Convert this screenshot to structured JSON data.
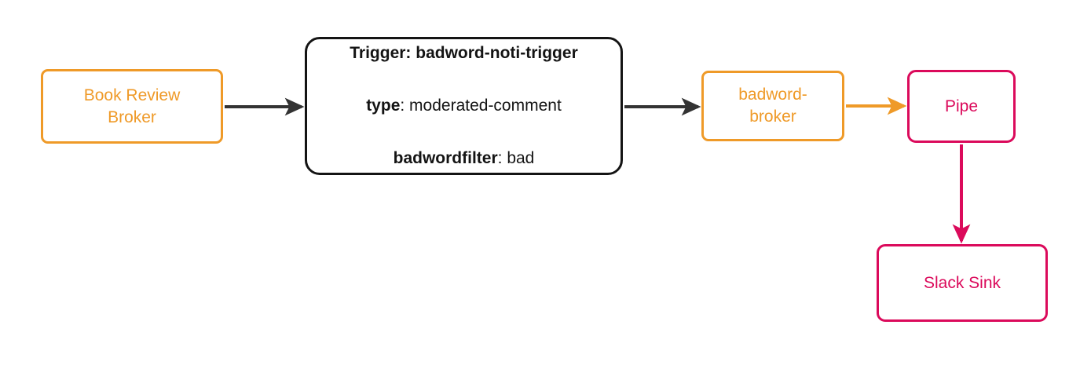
{
  "diagram": {
    "type": "flow-diagram",
    "colors": {
      "broker_orange": "#EF9A28",
      "trigger_black": "#141414",
      "pipe_crimson": "#DB0A5B",
      "arrow_dark": "#333333",
      "arrow_orange": "#EF9A28",
      "arrow_crimson": "#DB0A5B",
      "background": "#FFFFFF"
    },
    "nodes": [
      {
        "id": "book-review-broker",
        "label": "Book Review\nBroker",
        "shape": "rounded-rect",
        "color": "#EF9A28"
      },
      {
        "id": "trigger",
        "shape": "rounded-rect",
        "color": "#141414",
        "lines": [
          {
            "key": "Trigger:",
            "value": "badword-noti-trigger",
            "all_bold": true
          },
          {
            "key": "type",
            "value": "moderated-comment",
            "all_bold": false
          },
          {
            "key": "badwordfilter",
            "value": "bad",
            "all_bold": false
          }
        ]
      },
      {
        "id": "badword-broker",
        "label": "badword-\nbroker",
        "shape": "rounded-rect",
        "color": "#EF9A28"
      },
      {
        "id": "pipe",
        "label": "Pipe",
        "shape": "rounded-rect",
        "color": "#DB0A5B"
      },
      {
        "id": "slack-sink",
        "label": "Slack Sink",
        "shape": "rounded-rect",
        "color": "#DB0A5B"
      }
    ],
    "edges": [
      {
        "id": "edge-book-review-broker-to-trigger",
        "from": "book-review-broker",
        "to": "trigger",
        "color": "#333333",
        "direction": "right",
        "label": ""
      },
      {
        "id": "edge-trigger-to-badword-broker",
        "from": "trigger",
        "to": "badword-broker",
        "color": "#333333",
        "direction": "right",
        "label": ""
      },
      {
        "id": "edge-badword-broker-to-pipe",
        "from": "badword-broker",
        "to": "pipe",
        "color": "#EF9A28",
        "direction": "right",
        "label": ""
      },
      {
        "id": "edge-pipe-to-slack-sink",
        "from": "pipe",
        "to": "slack-sink",
        "color": "#DB0A5B",
        "direction": "down",
        "label": ""
      }
    ]
  }
}
